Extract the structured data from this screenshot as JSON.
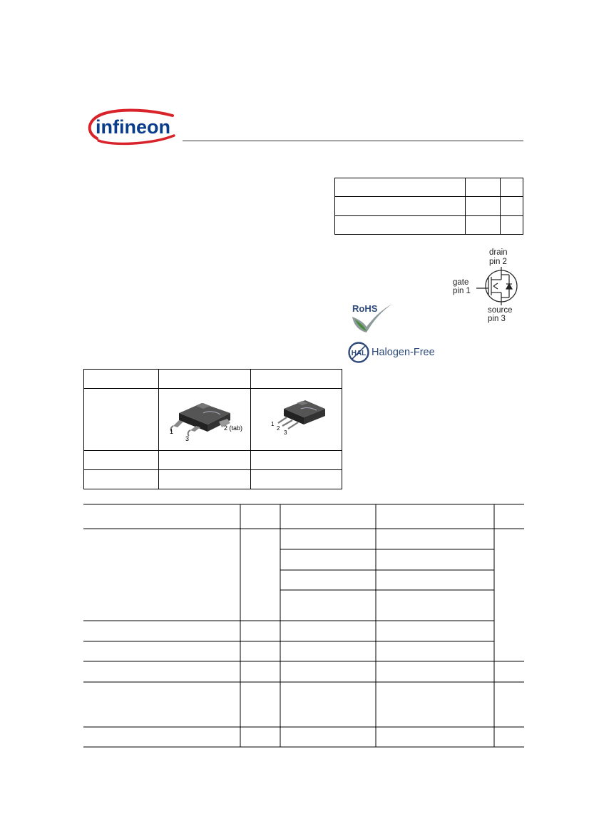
{
  "header": {
    "logo_text": "infineon",
    "brand_color": "#d8232a",
    "logo_text_color": "#0a3c8c"
  },
  "schematic": {
    "drain_label": "drain",
    "drain_pin": "pin 2",
    "gate_label": "gate",
    "gate_pin": "pin 1",
    "source_label": "source",
    "source_pin": "pin 3"
  },
  "badges": {
    "rohs": "RoHS",
    "halogen_free": "Halogen-Free",
    "halogen_mark": "HAL"
  },
  "packages": {
    "dpak_pin1": "1",
    "dpak_pin2": "2 (tab)",
    "dpak_pin3": "3",
    "ipak_pin1": "1",
    "ipak_pin2": "2",
    "ipak_pin3": "3"
  }
}
